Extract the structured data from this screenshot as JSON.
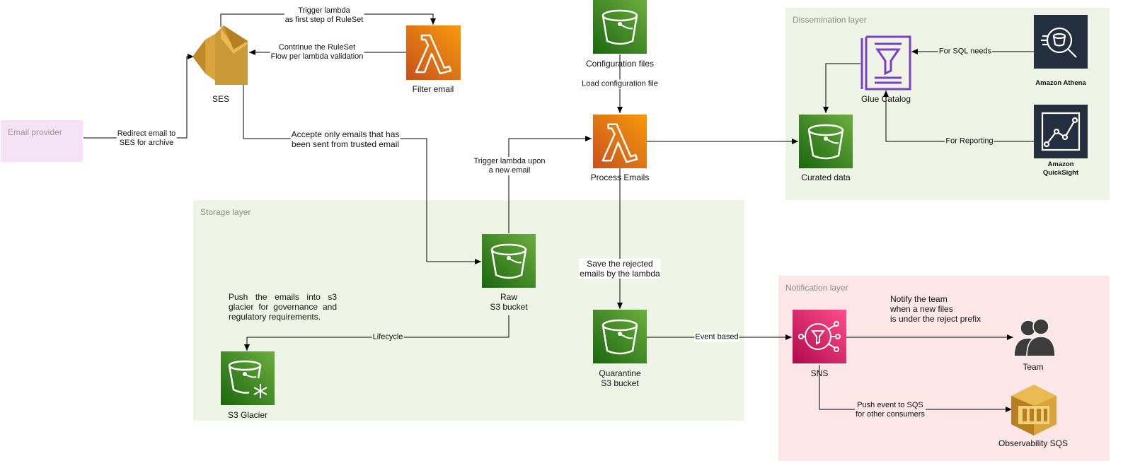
{
  "regions": {
    "dissemination": {
      "label": "Dissemination layer",
      "color": "#eef5e6"
    },
    "storage": {
      "label": "Storage layer",
      "color": "#eef5e6"
    },
    "notification": {
      "label": "Notification layer",
      "color": "#fde6e8"
    },
    "email_provider": {
      "label": "Email provider",
      "color": "#f3e3f4"
    }
  },
  "nodes": {
    "ses": {
      "label": "SES",
      "icon": "ses-icon",
      "color": "#d9a43c"
    },
    "filter_email": {
      "label": "Filter email",
      "icon": "lambda-icon",
      "color": "#ed7f10"
    },
    "config_files": {
      "label": "Configuration files",
      "icon": "s3-bucket-icon",
      "color": "#3f8624"
    },
    "process_emails": {
      "label": "Process Emails",
      "icon": "lambda-icon",
      "color": "#ed7f10"
    },
    "raw_bucket": {
      "label": "Raw\nS3 bucket",
      "icon": "s3-bucket-icon",
      "color": "#3f8624"
    },
    "quarantine_bucket": {
      "label": "Quarantine\nS3 bucket",
      "icon": "s3-bucket-icon",
      "color": "#3f8624"
    },
    "s3_glacier": {
      "label": "S3 Glacier",
      "icon": "s3-glacier-icon",
      "color": "#3f8624"
    },
    "curated_data": {
      "label": "Curated data",
      "icon": "s3-bucket-icon",
      "color": "#3f8624"
    },
    "glue_catalog": {
      "label": "Glue Catalog",
      "icon": "glue-catalog-icon",
      "color": "#7b3fc8"
    },
    "athena": {
      "label": "Amazon Athena",
      "icon": "athena-icon",
      "color": "#232f3e"
    },
    "quicksight": {
      "label": "Amazon\nQuickSight",
      "icon": "quicksight-icon",
      "color": "#232f3e"
    },
    "sns": {
      "label": "SNS",
      "icon": "sns-icon",
      "color": "#e7157b"
    },
    "team": {
      "label": "Team",
      "icon": "users-icon",
      "color": "#3c3c3c"
    },
    "sqs": {
      "label": "Observability SQS",
      "icon": "sqs-icon",
      "color": "#d9a43c"
    }
  },
  "edges": {
    "trigger_lambda": "Trigger lambda\nas first step of RuleSet",
    "continue_ruleset": "Contrinue the RuleSet\nFlow per lambda validation",
    "redirect_email": "Redirect email to\nSES for archive",
    "accept_trusted": "Accepte only emails that has\nbeen sent from trusted email",
    "trigger_new_email": "Trigger lambda upon\na new email",
    "load_config": "Load configuration file",
    "save_rejected": "Save the rejected\nemails by the lambda",
    "lifecycle": "Lifecycle",
    "event_based": "Event based",
    "sql_needs": "For SQL needs",
    "reporting": "For Reporting",
    "push_sqs": "Push event to SQS\nfor other consumers"
  },
  "notes": {
    "glacier_note": "Push the emails into s3 glacier for governance and regulatory requirements.",
    "notify_team": "Notify the team\n when a new files\n is under the reject prefix"
  }
}
